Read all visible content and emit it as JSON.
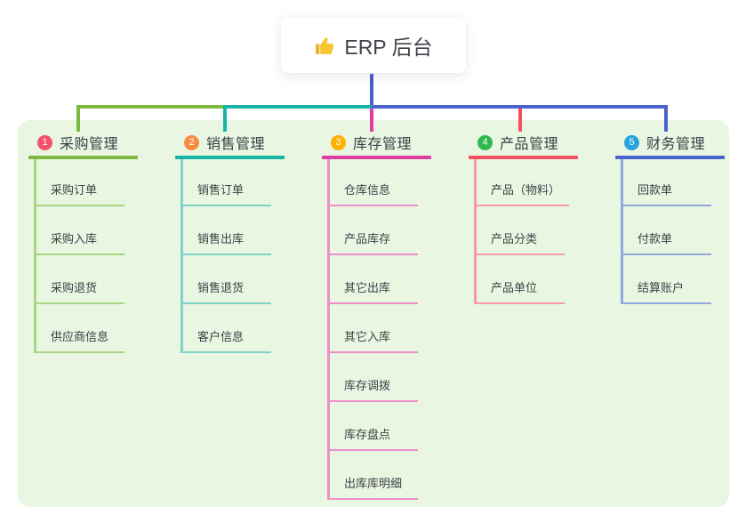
{
  "root": {
    "icon": "thumbs-up",
    "label": "ERP 后台",
    "drop_line_color": "#4a5ecb"
  },
  "colors": {
    "canvas_bg": "#ffffff",
    "panel_bg": "#e8f6e2",
    "icon_color": "#f6c62d"
  },
  "branches": [
    {
      "badge": "1",
      "label": "采购管理",
      "badge_color": "#f4516c",
      "line_color": "#7cb93e",
      "child_line_color": "#a9d584",
      "children": [
        "采购订单",
        "采购入库",
        "采购退货",
        "供应商信息"
      ]
    },
    {
      "badge": "2",
      "label": "销售管理",
      "badge_color": "#fb8c3f",
      "line_color": "#14b5a5",
      "child_line_color": "#82d2c8",
      "children": [
        "销售订单",
        "销售出库",
        "销售退货",
        "客户信息"
      ]
    },
    {
      "badge": "3",
      "label": "库存管理",
      "badge_color": "#ffb001",
      "line_color": "#df3da2",
      "child_line_color": "#ee8fc7",
      "children": [
        "仓库信息",
        "产品库存",
        "其它出库",
        "其它入库",
        "库存调拨",
        "库存盘点",
        "出库库明细"
      ]
    },
    {
      "badge": "4",
      "label": "产品管理",
      "badge_color": "#2eb84d",
      "line_color": "#f4515c",
      "child_line_color": "#f89aa2",
      "children": [
        "产品（物料）",
        "产品分类",
        "产品单位"
      ]
    },
    {
      "badge": "5",
      "label": "财务管理",
      "badge_color": "#29a3dd",
      "line_color": "#4a63cf",
      "child_line_color": "#93a7e0",
      "children": [
        "回款单",
        "付款单",
        "结算账户"
      ]
    }
  ]
}
